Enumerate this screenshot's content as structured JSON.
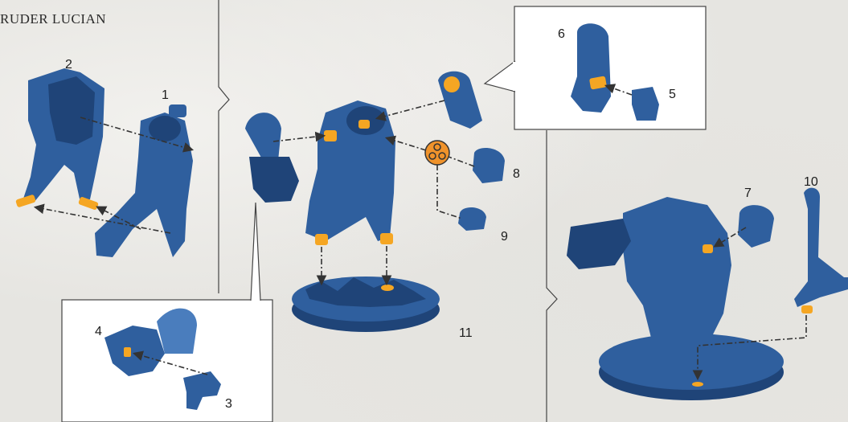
{
  "title": "RUDER LUCIAN",
  "colors": {
    "part_blue": "#2f5f9e",
    "part_blue_dark": "#1f4478",
    "part_blue_light": "#4a7dbd",
    "peg_orange": "#f5a623",
    "icon_orange": "#f0932b",
    "arrow": "#333333",
    "panel_bg": "#ffffff",
    "divider": "#444444"
  },
  "steps": {
    "s1": "1",
    "s2": "2",
    "s3": "3",
    "s4": "4",
    "s5": "5",
    "s6": "6",
    "s7": "7",
    "s8": "8",
    "s9": "9",
    "s10": "10",
    "s11": "11"
  },
  "icons": {
    "option_icon": "choice-icon"
  }
}
